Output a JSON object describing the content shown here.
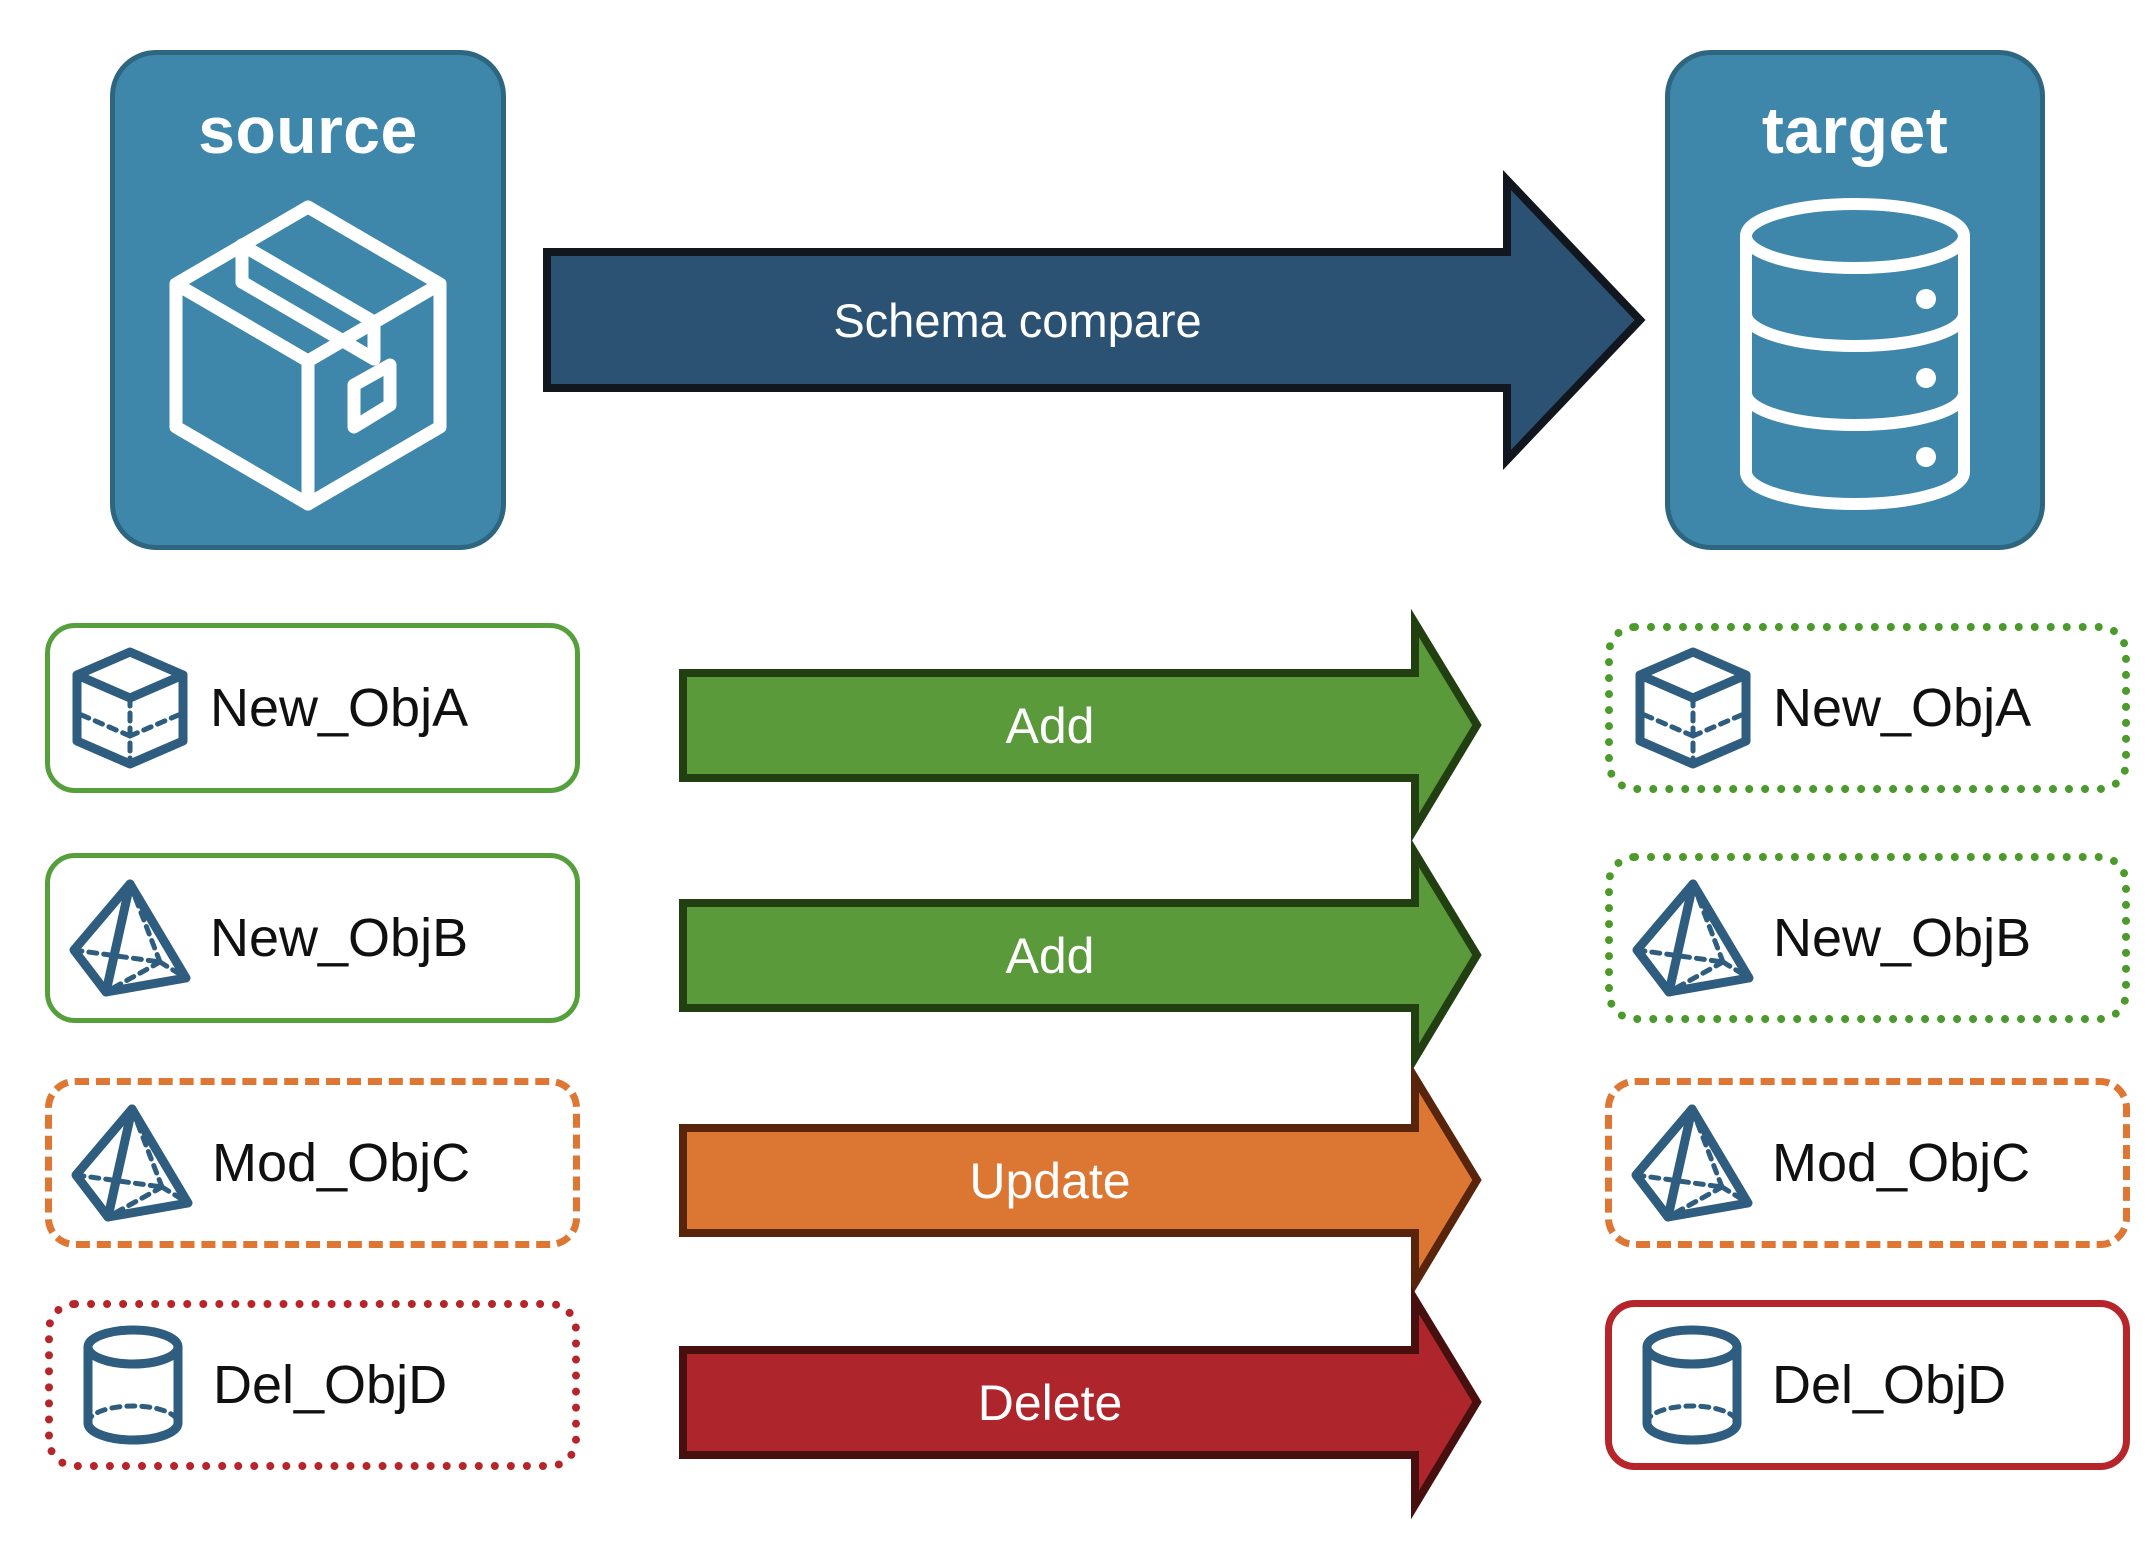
{
  "endpoints": {
    "source": {
      "label": "source",
      "icon": "package-box-icon",
      "fill": "#3E87AB",
      "stroke": "#2E6680"
    },
    "target": {
      "label": "target",
      "icon": "database-cylinder-icon",
      "fill": "#3E87AB",
      "stroke": "#2E6680"
    }
  },
  "compare_arrow": {
    "label": "Schema compare",
    "fill": "#2B5272",
    "stroke": "#11161F",
    "text_color": "#FFFFFF"
  },
  "rows": [
    {
      "action": "Add",
      "arrow_fill": "#5B9A3A",
      "arrow_stroke": "#223F12",
      "source": {
        "name": "New_ObjA",
        "icon": "wireframe-cube-icon",
        "border_style": "solid",
        "border_color": "#56A03C"
      },
      "target": {
        "name": "New_ObjA",
        "icon": "wireframe-cube-icon",
        "border_style": "dotted",
        "border_color": "#4C9A2A"
      }
    },
    {
      "action": "Add",
      "arrow_fill": "#5B9A3A",
      "arrow_stroke": "#223F12",
      "source": {
        "name": "New_ObjB",
        "icon": "wireframe-pyramid-icon",
        "border_style": "solid",
        "border_color": "#56A03C"
      },
      "target": {
        "name": "New_ObjB",
        "icon": "wireframe-pyramid-icon",
        "border_style": "dotted",
        "border_color": "#4C9A2A"
      }
    },
    {
      "action": "Update",
      "arrow_fill": "#DC7633",
      "arrow_stroke": "#58240C",
      "source": {
        "name": "Mod_ObjC",
        "icon": "wireframe-pyramid-icon",
        "border_style": "dashed",
        "border_color": "#DD7733"
      },
      "target": {
        "name": "Mod_ObjC",
        "icon": "wireframe-pyramid-icon",
        "border_style": "dashed",
        "border_color": "#DD7733"
      }
    },
    {
      "action": "Delete",
      "arrow_fill": "#AE262B",
      "arrow_stroke": "#47100F",
      "source": {
        "name": "Del_ObjD",
        "icon": "wireframe-cylinder-icon",
        "border_style": "dotted",
        "border_color": "#B5252A"
      },
      "target": {
        "name": "Del_ObjD",
        "icon": "wireframe-cylinder-icon",
        "border_style": "solid",
        "border_color": "#B5252A"
      }
    }
  ],
  "palette": {
    "object_icon_stroke": "#2E5D80",
    "page_background": "#FFFFFF",
    "label_text": "#101010"
  }
}
